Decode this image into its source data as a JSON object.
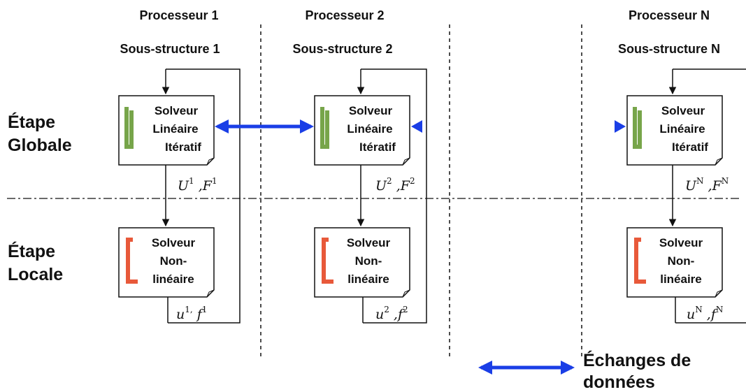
{
  "columns": [
    {
      "processor": "Processeur 1",
      "substructure": "Sous-structure 1",
      "global_box": [
        "Solveur",
        "Linéaire",
        "Itératif"
      ],
      "local_box": [
        "Solveur",
        "Non-",
        "linéaire"
      ],
      "global_out": {
        "a": "U",
        "a_sup": "1",
        "b": "F",
        "b_sup": "1"
      },
      "local_out": {
        "a": "u",
        "a_sup": "1,",
        "b": "f",
        "b_sup": "1"
      }
    },
    {
      "processor": "Processeur 2",
      "substructure": "Sous-structure 2",
      "global_box": [
        "Solveur",
        "Linéaire",
        "Itératif"
      ],
      "local_box": [
        "Solveur",
        "Non-",
        "linéaire"
      ],
      "global_out": {
        "a": "U",
        "a_sup": "2",
        "b": "F",
        "b_sup": "2"
      },
      "local_out": {
        "a": "u",
        "a_sup": "2",
        "b": "f",
        "b_sup": "2"
      }
    },
    {
      "processor": "Processeur N",
      "substructure": "Sous-structure N",
      "global_box": [
        "Solveur",
        "Linéaire",
        "Itératif"
      ],
      "local_box": [
        "Solveur",
        "Non-",
        "linéaire"
      ],
      "global_out": {
        "a": "U",
        "a_sup": "N",
        "b": "F",
        "b_sup": "N"
      },
      "local_out": {
        "a": "u",
        "a_sup": "N",
        "b": "f",
        "b_sup": "N"
      }
    }
  ],
  "stages": {
    "global": [
      "Étape",
      "Globale"
    ],
    "local": [
      "Étape",
      "Locale"
    ]
  },
  "legend": {
    "label": [
      "Échanges de",
      "données"
    ]
  },
  "colors": {
    "exchange_arrow": "#1a3ee6",
    "exchange_arrow_faded": "#8fa6e8",
    "global_solver_icon": "#77a54a",
    "local_solver_icon": "#e8593a",
    "line": "#111111"
  },
  "icons": {
    "global_solver": "iteration-loop-icon",
    "local_solver": "iteration-loop-icon",
    "exchange": "double-arrow-icon"
  }
}
